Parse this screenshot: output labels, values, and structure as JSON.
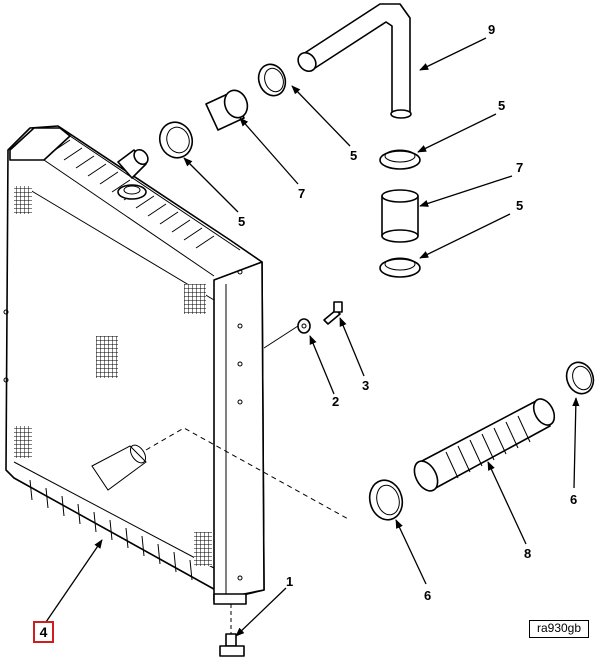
{
  "figure": {
    "id_label": "ra930gb",
    "highlighted_callout": "4"
  },
  "callouts": {
    "c1": "1",
    "c2": "2",
    "c3": "3",
    "c4": "4",
    "c5a": "5",
    "c5b": "5",
    "c5c": "5",
    "c5d": "5",
    "c6a": "6",
    "c6b": "6",
    "c7a": "7",
    "c7b": "7",
    "c8": "8",
    "c9": "9"
  },
  "colors": {
    "line": "#000000",
    "highlight_box": "#d21d1d",
    "background": "#ffffff"
  }
}
